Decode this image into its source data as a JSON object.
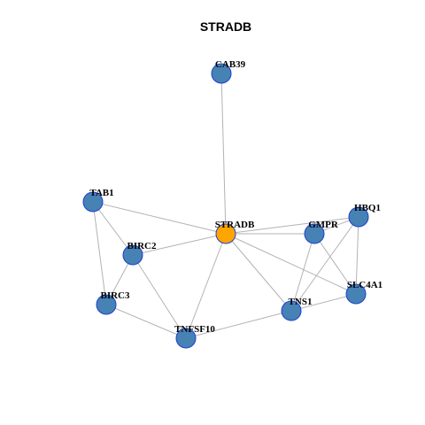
{
  "title": "STRADB",
  "colors": {
    "node_fill": "#4682b4",
    "hub_fill": "#ffa500",
    "node_border": "#1f3fd0",
    "edge": "#b3b3b3"
  },
  "nodes": [
    {
      "id": "CAB39",
      "label": "CAB39",
      "hub": false
    },
    {
      "id": "TAB1",
      "label": "TAB1",
      "hub": false
    },
    {
      "id": "STRADB",
      "label": "STRADB",
      "hub": true
    },
    {
      "id": "HBQ1",
      "label": "HBQ1",
      "hub": false
    },
    {
      "id": "GMPR",
      "label": "GMPR",
      "hub": false
    },
    {
      "id": "BIRC2",
      "label": "BIRC2",
      "hub": false
    },
    {
      "id": "SLC4A1",
      "label": "SLC4A1",
      "hub": false
    },
    {
      "id": "BIRC3",
      "label": "BIRC3",
      "hub": false
    },
    {
      "id": "TNS1",
      "label": "TNS1",
      "hub": false
    },
    {
      "id": "TNFSF10",
      "label": "TNFSF10",
      "hub": false
    }
  ],
  "edges": [
    [
      "CAB39",
      "STRADB"
    ],
    [
      "TAB1",
      "STRADB"
    ],
    [
      "TAB1",
      "BIRC2"
    ],
    [
      "TAB1",
      "BIRC3"
    ],
    [
      "STRADB",
      "BIRC2"
    ],
    [
      "STRADB",
      "TNFSF10"
    ],
    [
      "STRADB",
      "TNS1"
    ],
    [
      "STRADB",
      "GMPR"
    ],
    [
      "STRADB",
      "HBQ1"
    ],
    [
      "STRADB",
      "SLC4A1"
    ],
    [
      "BIRC2",
      "BIRC3"
    ],
    [
      "BIRC2",
      "TNFSF10"
    ],
    [
      "BIRC3",
      "TNFSF10"
    ],
    [
      "TNFSF10",
      "TNS1"
    ],
    [
      "TNS1",
      "GMPR"
    ],
    [
      "TNS1",
      "HBQ1"
    ],
    [
      "TNS1",
      "SLC4A1"
    ],
    [
      "GMPR",
      "HBQ1"
    ],
    [
      "GMPR",
      "SLC4A1"
    ],
    [
      "HBQ1",
      "SLC4A1"
    ]
  ]
}
